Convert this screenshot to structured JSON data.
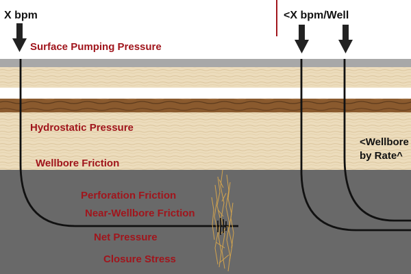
{
  "rates": {
    "left_rate": "X bpm",
    "right_rate": "<X bpm/Well"
  },
  "labels": {
    "surface_pumping_pressure": "Surface Pumping Pressure",
    "hydrostatic_pressure": "Hydrostatic Pressure",
    "wellbore_friction": "Wellbore Friction",
    "perforation_friction": "Perforation Friction",
    "near_wellbore_friction": "Near-Wellbore Friction",
    "net_pressure": "Net Pressure",
    "closure_stress": "Closure Stress",
    "right_note_line1": "<Wellbore",
    "right_note_line2": "by Rate^"
  },
  "colors": {
    "label_red": "#a0151c",
    "rate_text": "#111111",
    "arrow": "#222222",
    "divider": "#a0151c",
    "formation_gray": "#696969",
    "surface_gray": "#a8a8a8",
    "sand": "#ecdcbc",
    "wood_band": "#8a5a2e",
    "wellbore_line": "#111111",
    "fracture": "#d3a44e"
  },
  "icons": {
    "rate_arrow": "arrow-down-icon",
    "fracture": "fracture-icon"
  }
}
